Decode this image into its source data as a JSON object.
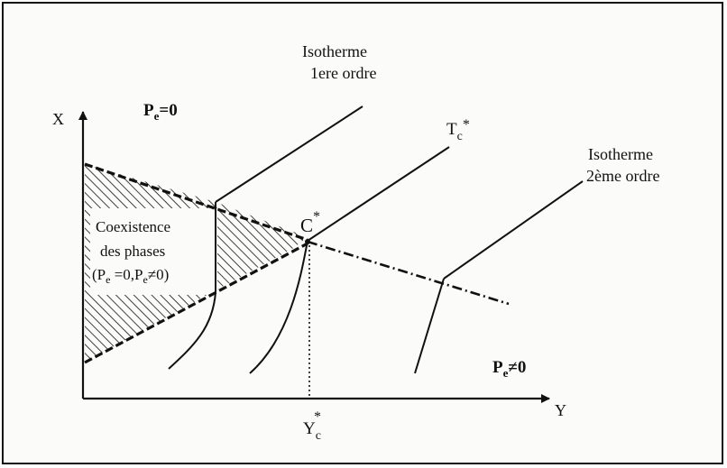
{
  "diagram": {
    "axes": {
      "x_label": "X",
      "y_label": "Y"
    },
    "region_top": {
      "p": "P",
      "sub": "e",
      "rest": "=0"
    },
    "region_bottom": {
      "p": "P",
      "sub": "e",
      "rest": "≠0"
    },
    "isotherm_first": {
      "line1": "Isotherme",
      "line2": "1ere ordre"
    },
    "isotherm_second": {
      "line1": "Isotherme",
      "line2": "2ème ordre"
    },
    "critical_temp": {
      "main": "T",
      "sub": "c",
      "sup": "*"
    },
    "critical_point": {
      "main": "C",
      "sup": "*"
    },
    "critical_y": {
      "main": "Y",
      "sub": "c",
      "sup": "*"
    },
    "coexistence": {
      "line1": "Coexistence",
      "line2": "des phases",
      "open": "(P",
      "sub1": "e",
      "mid": " =0,P",
      "sub2": "e",
      "close": "≠0)"
    },
    "colors": {
      "ink": "#111111",
      "background": "#fbfbfa"
    }
  }
}
